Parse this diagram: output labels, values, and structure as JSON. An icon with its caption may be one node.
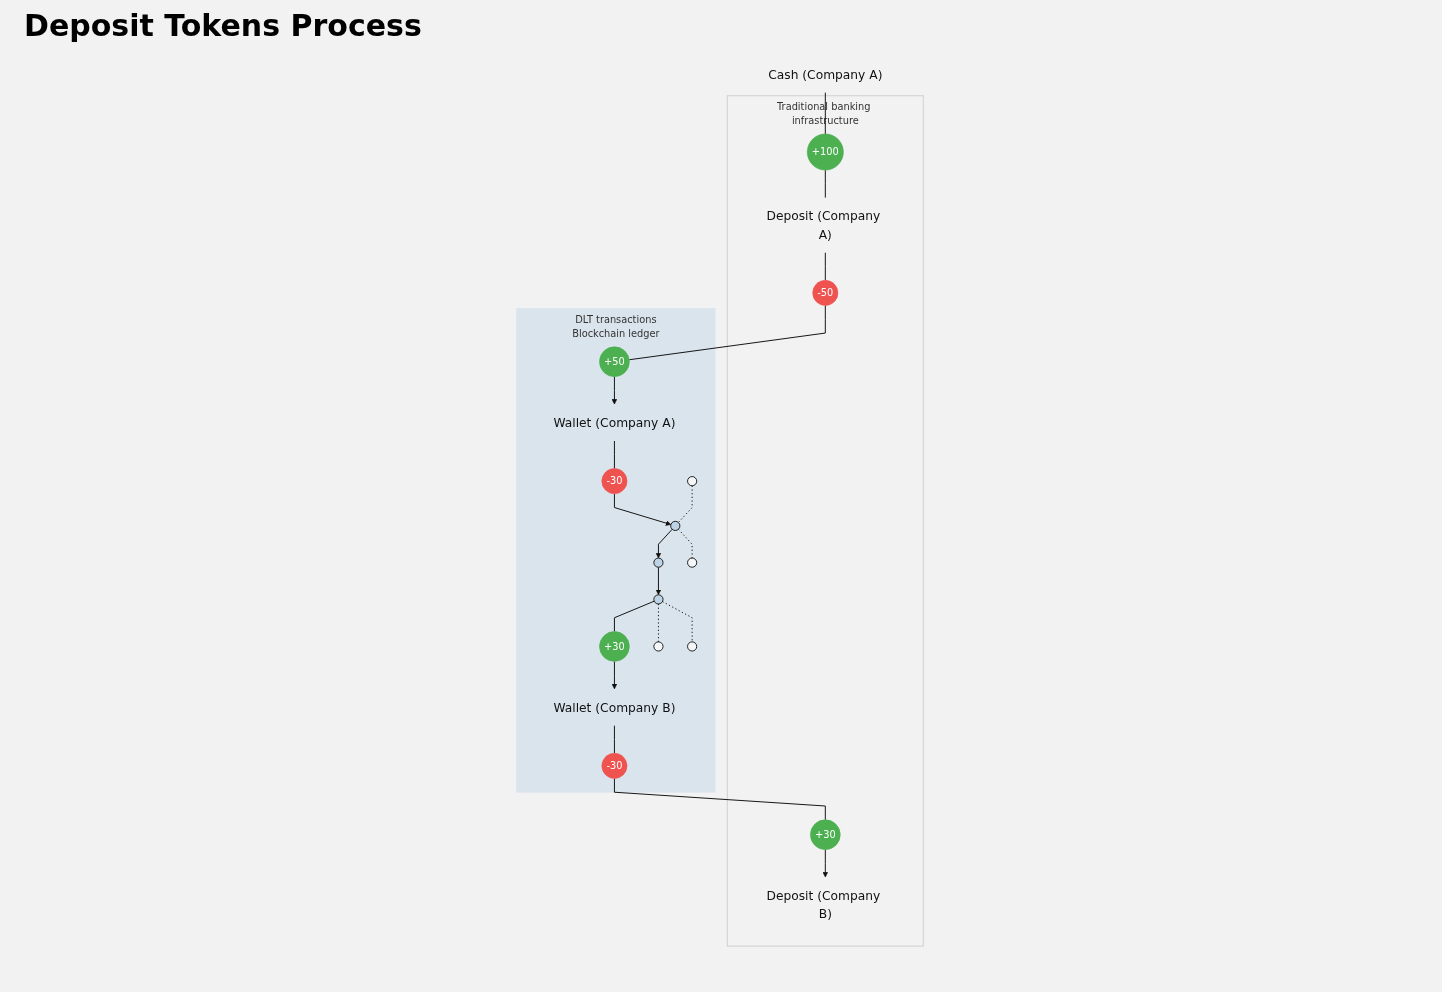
{
  "diagram": {
    "title": "Deposit Tokens Process",
    "nodes": [
      {
        "text": [
          "Cash (Company A)"
        ]
      },
      {
        "text": [
          "Traditional banking infrastructure"
        ]
      },
      {
        "text": [
          "+100"
        ],
        "in": 1
      },
      {
        "text": [
          "Deposit (Company A)"
        ],
        "in": 1
      },
      {
        "text": [
          "Deposit (Company B)"
        ],
        "in": 1
      },
      {
        "text": [
          "-50"
        ],
        "in": 1
      },
      {
        "text": [
          "+30"
        ],
        "in": 1
      },
      {
        "text": [
          "DLT transactions",
          "Blockchain ledger"
        ]
      },
      {
        "text": [
          "+50"
        ],
        "in": 7
      },
      {
        "text": [
          "-30"
        ],
        "in": 7
      },
      {
        "text": [],
        "shape": "circle",
        "in": 7
      },
      {
        "text": [],
        "shape": "circle",
        "in": 7
      },
      {
        "text": [
          "Wallet (Company A)"
        ],
        "in": 7
      },
      {
        "text": [
          "-30"
        ],
        "in": 7
      },
      {
        "text": [],
        "shape": "circle",
        "in": 7
      },
      {
        "text": [],
        "shape": "circle",
        "in": 7
      },
      {
        "text": [
          "+30"
        ],
        "in": 7
      },
      {
        "text": [
          "Wallet (Company B)"
        ],
        "in": 7
      },
      {
        "text": [],
        "shape": "circle",
        "in": 7
      },
      {
        "text": [],
        "shape": "circle",
        "in": 7
      },
      {
        "text": [],
        "shape": "circle",
        "in": 7
      }
    ],
    "edges": [
      {
        "from": 0,
        "to": 2,
        "arrow": "none"
      },
      {
        "from": 2,
        "to": 3,
        "arrow": "none"
      },
      {
        "from": 3,
        "to": 5,
        "arrow": "none"
      },
      {
        "from": 5,
        "to": 8,
        "arrow": "none"
      },
      {
        "from": 8,
        "to": 12,
        "arrow": "to"
      },
      {
        "from": 12,
        "to": 13,
        "arrow": "none"
      },
      {
        "from": 13,
        "to": 14,
        "arrow": "to"
      },
      {
        "from": 14,
        "to": 11,
        "arrow": "to"
      },
      {
        "from": 11,
        "to": 15,
        "arrow": "to"
      },
      {
        "from": 15,
        "to": 16,
        "arrow": "none"
      },
      {
        "from": 16,
        "to": 17,
        "arrow": "to"
      },
      {
        "from": 17,
        "to": 9,
        "arrow": "none"
      },
      {
        "from": 9,
        "to": 6,
        "arrow": "none"
      },
      {
        "from": 6,
        "to": 4,
        "arrow": "to"
      },
      {
        "from": 10,
        "to": 14,
        "arrow": "none",
        "style": "dashed"
      },
      {
        "from": 14,
        "to": 20,
        "arrow": "none",
        "style": "dashed"
      },
      {
        "from": 15,
        "to": 18,
        "arrow": "none",
        "style": "dashed"
      },
      {
        "from": 15,
        "to": 19,
        "arrow": "none",
        "style": "dashed"
      }
    ]
  }
}
